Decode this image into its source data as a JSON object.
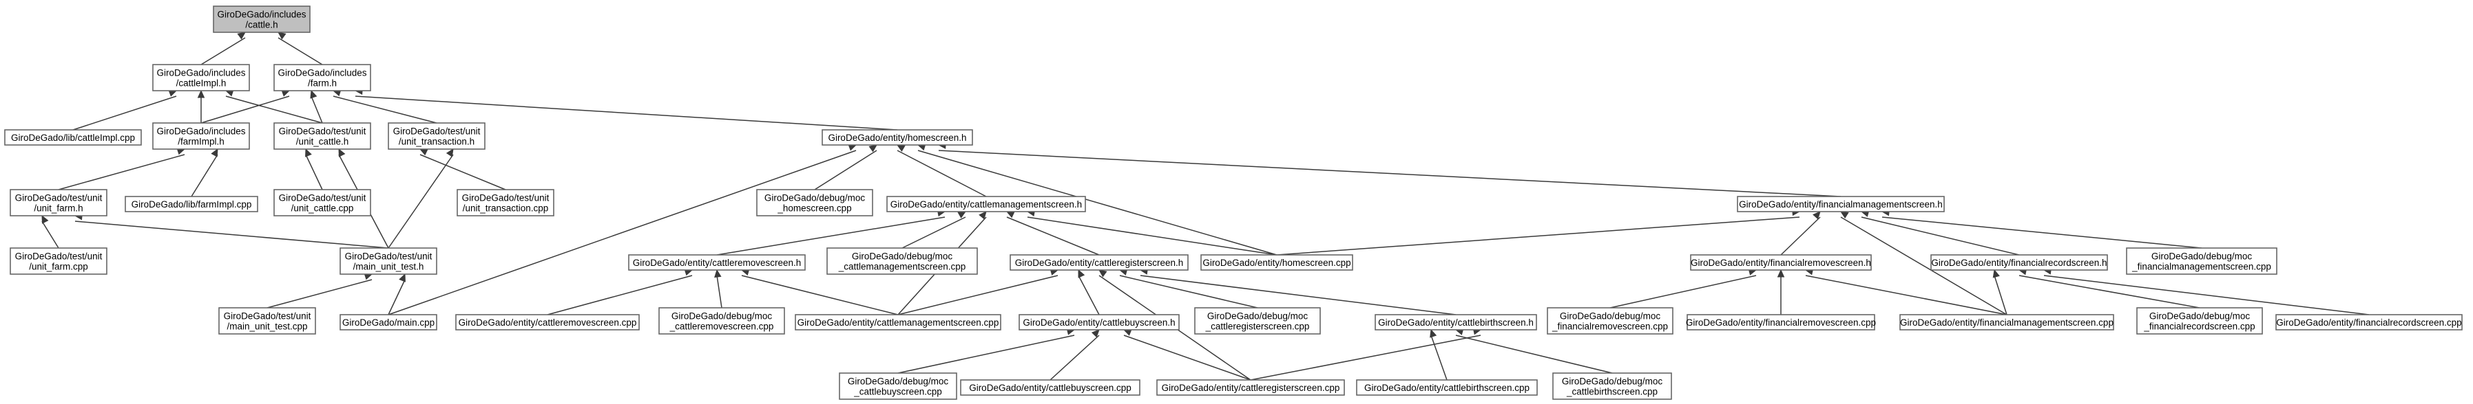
{
  "graph": {
    "nodes": [
      {
        "id": "cattle_h",
        "lines": [
          "GiroDeGado/includes",
          "/cattle.h"
        ],
        "root": true
      },
      {
        "id": "cattleImpl_h",
        "lines": [
          "GiroDeGado/includes",
          "/cattleImpl.h"
        ]
      },
      {
        "id": "farm_h",
        "lines": [
          "GiroDeGado/includes",
          "/farm.h"
        ]
      },
      {
        "id": "lib_cattleImpl_cpp",
        "lines": [
          "GiroDeGado/lib/cattleImpl.cpp"
        ]
      },
      {
        "id": "farmImpl_h",
        "lines": [
          "GiroDeGado/includes",
          "/farmImpl.h"
        ]
      },
      {
        "id": "unit_cattle_h",
        "lines": [
          "GiroDeGado/test/unit",
          "/unit_cattle.h"
        ]
      },
      {
        "id": "unit_transaction_h",
        "lines": [
          "GiroDeGado/test/unit",
          "/unit_transaction.h"
        ]
      },
      {
        "id": "homescreen_h",
        "lines": [
          "GiroDeGado/entity/homescreen.h"
        ]
      },
      {
        "id": "unit_farm_h",
        "lines": [
          "GiroDeGado/test/unit",
          "/unit_farm.h"
        ]
      },
      {
        "id": "lib_farmImpl_cpp",
        "lines": [
          "GiroDeGado/lib/farmImpl.cpp"
        ]
      },
      {
        "id": "unit_cattle_cpp",
        "lines": [
          "GiroDeGado/test/unit",
          "/unit_cattle.cpp"
        ]
      },
      {
        "id": "unit_transaction_cpp",
        "lines": [
          "GiroDeGado/test/unit",
          "/unit_transaction.cpp"
        ]
      },
      {
        "id": "moc_homescreen_cpp",
        "lines": [
          "GiroDeGado/debug/moc",
          "_homescreen.cpp"
        ]
      },
      {
        "id": "cattlemanagementscreen_h",
        "lines": [
          "GiroDeGado/entity/cattlemanagementscreen.h"
        ]
      },
      {
        "id": "financialmanagementscreen_h",
        "lines": [
          "GiroDeGado/entity/financialmanagementscreen.h"
        ]
      },
      {
        "id": "unit_farm_cpp",
        "lines": [
          "GiroDeGado/test/unit",
          "/unit_farm.cpp"
        ]
      },
      {
        "id": "main_unit_test_h",
        "lines": [
          "GiroDeGado/test/unit",
          "/main_unit_test.h"
        ]
      },
      {
        "id": "cattleremovescreen_h",
        "lines": [
          "GiroDeGado/entity/cattleremovescreen.h"
        ]
      },
      {
        "id": "moc_cattlemanagementscreen_cpp",
        "lines": [
          "GiroDeGado/debug/moc",
          "_cattlemanagementscreen.cpp"
        ]
      },
      {
        "id": "cattleregisterscreen_h",
        "lines": [
          "GiroDeGado/entity/cattleregisterscreen.h"
        ]
      },
      {
        "id": "homescreen_cpp",
        "lines": [
          "GiroDeGado/entity/homescreen.cpp"
        ]
      },
      {
        "id": "financialremovescreen_h",
        "lines": [
          "GiroDeGado/entity/financialremovescreen.h"
        ]
      },
      {
        "id": "financialrecordscreen_h",
        "lines": [
          "GiroDeGado/entity/financialrecordscreen.h"
        ]
      },
      {
        "id": "moc_financialmanagementscreen_cpp",
        "lines": [
          "GiroDeGado/debug/moc",
          "_financialmanagementscreen.cpp"
        ]
      },
      {
        "id": "main_unit_test_cpp",
        "lines": [
          "GiroDeGado/test/unit",
          "/main_unit_test.cpp"
        ]
      },
      {
        "id": "main_cpp",
        "lines": [
          "GiroDeGado/main.cpp"
        ]
      },
      {
        "id": "cattleremovescreen_cpp",
        "lines": [
          "GiroDeGado/entity/cattleremovescreen.cpp"
        ]
      },
      {
        "id": "moc_cattleremovescreen_cpp",
        "lines": [
          "GiroDeGado/debug/moc",
          "_cattleremovescreen.cpp"
        ]
      },
      {
        "id": "cattlemanagementscreen_cpp",
        "lines": [
          "GiroDeGado/entity/cattlemanagementscreen.cpp"
        ]
      },
      {
        "id": "cattlebuyscreen_h",
        "lines": [
          "GiroDeGado/entity/cattlebuyscreen.h"
        ]
      },
      {
        "id": "moc_cattleregisterscreen_cpp",
        "lines": [
          "GiroDeGado/debug/moc",
          "_cattleregisterscreen.cpp"
        ]
      },
      {
        "id": "cattlebirthscreen_h",
        "lines": [
          "GiroDeGado/entity/cattlebirthscreen.h"
        ]
      },
      {
        "id": "moc_financialremovescreen_cpp",
        "lines": [
          "GiroDeGado/debug/moc",
          "_financialremovescreen.cpp"
        ]
      },
      {
        "id": "financialremovescreen_cpp",
        "lines": [
          "GiroDeGado/entity/financialremovescreen.cpp"
        ]
      },
      {
        "id": "financialmanagementscreen_cpp",
        "lines": [
          "GiroDeGado/entity/financialmanagementscreen.cpp"
        ]
      },
      {
        "id": "moc_financialrecordscreen_cpp",
        "lines": [
          "GiroDeGado/debug/moc",
          "_financialrecordscreen.cpp"
        ]
      },
      {
        "id": "financialrecordscreen_cpp",
        "lines": [
          "GiroDeGado/entity/financialrecordscreen.cpp"
        ]
      },
      {
        "id": "moc_cattlebuyscreen_cpp",
        "lines": [
          "GiroDeGado/debug/moc",
          "_cattlebuyscreen.cpp"
        ]
      },
      {
        "id": "cattlebuyscreen_cpp",
        "lines": [
          "GiroDeGado/entity/cattlebuyscreen.cpp"
        ]
      },
      {
        "id": "cattleregisterscreen_cpp",
        "lines": [
          "GiroDeGado/entity/cattleregisterscreen.cpp"
        ]
      },
      {
        "id": "cattlebirthscreen_cpp",
        "lines": [
          "GiroDeGado/entity/cattlebirthscreen.cpp"
        ]
      },
      {
        "id": "moc_cattlebirthscreen_cpp",
        "lines": [
          "GiroDeGado/debug/moc",
          "_cattlebirthscreen.cpp"
        ]
      }
    ],
    "edges": [
      [
        "cattleImpl_h",
        "cattle_h"
      ],
      [
        "farm_h",
        "cattle_h"
      ],
      [
        "lib_cattleImpl_cpp",
        "cattleImpl_h"
      ],
      [
        "farmImpl_h",
        "cattleImpl_h"
      ],
      [
        "unit_cattle_h",
        "cattleImpl_h"
      ],
      [
        "farmImpl_h",
        "farm_h"
      ],
      [
        "unit_cattle_h",
        "farm_h"
      ],
      [
        "unit_transaction_h",
        "farm_h"
      ],
      [
        "homescreen_h",
        "farm_h"
      ],
      [
        "unit_farm_h",
        "farmImpl_h"
      ],
      [
        "lib_farmImpl_cpp",
        "farmImpl_h"
      ],
      [
        "unit_cattle_cpp",
        "unit_cattle_h"
      ],
      [
        "main_unit_test_h",
        "unit_cattle_h"
      ],
      [
        "unit_transaction_cpp",
        "unit_transaction_h"
      ],
      [
        "main_unit_test_h",
        "unit_transaction_h"
      ],
      [
        "unit_farm_cpp",
        "unit_farm_h"
      ],
      [
        "main_unit_test_h",
        "unit_farm_h"
      ],
      [
        "main_unit_test_cpp",
        "main_unit_test_h"
      ],
      [
        "main_cpp",
        "main_unit_test_h"
      ],
      [
        "main_cpp",
        "homescreen_h"
      ],
      [
        "moc_homescreen_cpp",
        "homescreen_h"
      ],
      [
        "cattlemanagementscreen_h",
        "homescreen_h"
      ],
      [
        "homescreen_cpp",
        "homescreen_h"
      ],
      [
        "financialmanagementscreen_h",
        "homescreen_h"
      ],
      [
        "cattleremovescreen_h",
        "cattlemanagementscreen_h"
      ],
      [
        "moc_cattlemanagementscreen_cpp",
        "cattlemanagementscreen_h"
      ],
      [
        "cattlemanagementscreen_cpp",
        "cattlemanagementscreen_h"
      ],
      [
        "cattleregisterscreen_h",
        "cattlemanagementscreen_h"
      ],
      [
        "homescreen_cpp",
        "cattlemanagementscreen_h"
      ],
      [
        "homescreen_cpp",
        "financialmanagementscreen_h"
      ],
      [
        "financialremovescreen_h",
        "financialmanagementscreen_h"
      ],
      [
        "financialmanagementscreen_cpp",
        "financialmanagementscreen_h"
      ],
      [
        "financialrecordscreen_h",
        "financialmanagementscreen_h"
      ],
      [
        "moc_financialmanagementscreen_cpp",
        "financialmanagementscreen_h"
      ],
      [
        "cattleremovescreen_cpp",
        "cattleremovescreen_h"
      ],
      [
        "moc_cattleremovescreen_cpp",
        "cattleremovescreen_h"
      ],
      [
        "cattlemanagementscreen_cpp",
        "cattleremovescreen_h"
      ],
      [
        "cattlemanagementscreen_cpp",
        "cattleregisterscreen_h"
      ],
      [
        "cattlebuyscreen_h",
        "cattleregisterscreen_h"
      ],
      [
        "cattleregisterscreen_cpp",
        "cattleregisterscreen_h"
      ],
      [
        "moc_cattleregisterscreen_cpp",
        "cattleregisterscreen_h"
      ],
      [
        "cattlebirthscreen_h",
        "cattleregisterscreen_h"
      ],
      [
        "moc_financialremovescreen_cpp",
        "financialremovescreen_h"
      ],
      [
        "financialremovescreen_cpp",
        "financialremovescreen_h"
      ],
      [
        "financialmanagementscreen_cpp",
        "financialremovescreen_h"
      ],
      [
        "financialmanagementscreen_cpp",
        "financialrecordscreen_h"
      ],
      [
        "moc_financialrecordscreen_cpp",
        "financialrecordscreen_h"
      ],
      [
        "financialrecordscreen_cpp",
        "financialrecordscreen_h"
      ],
      [
        "moc_cattlebuyscreen_cpp",
        "cattlebuyscreen_h"
      ],
      [
        "cattlebuyscreen_cpp",
        "cattlebuyscreen_h"
      ],
      [
        "cattleregisterscreen_cpp",
        "cattlebuyscreen_h"
      ],
      [
        "cattlebirthscreen_cpp",
        "cattlebirthscreen_h"
      ],
      [
        "moc_cattlebirthscreen_cpp",
        "cattlebirthscreen_h"
      ],
      [
        "cattleregisterscreen_cpp",
        "cattlebirthscreen_h"
      ]
    ]
  }
}
